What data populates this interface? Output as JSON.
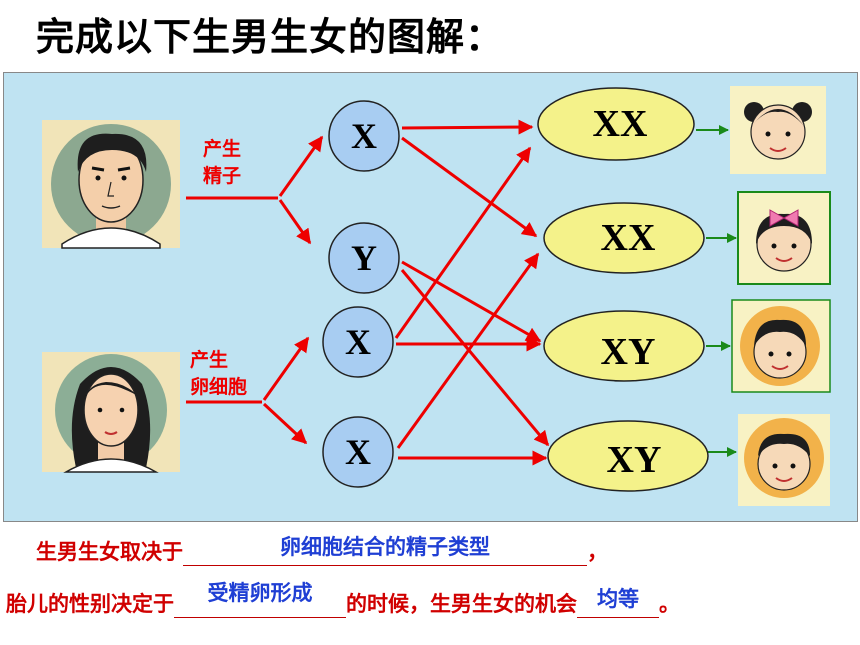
{
  "title": "完成以下生男生女的图解：",
  "labels": {
    "father_process": "产生",
    "father_product": "精子",
    "mother_process": "产生",
    "mother_product": "卵细胞"
  },
  "sperm": [
    "X",
    "Y"
  ],
  "eggs": [
    "X",
    "X"
  ],
  "zygotes": [
    "XX",
    "XX",
    "XY",
    "XY"
  ],
  "children": [
    "girl-with-pigtails",
    "girl-with-bow",
    "boy",
    "boy"
  ],
  "colors": {
    "panel_bg": "#bfe3f2",
    "arrow_red": "#ee0000",
    "arrow_green": "#1a8a1a",
    "gamete_fill": "#a8cdf2",
    "zygote_fill": "#f4f28a",
    "question_text": "#d00000",
    "answer_text": "#1f3fd4"
  },
  "questions": {
    "q1_prefix": "生男生女取决于",
    "q1_answer": "卵细胞结合的精子类型",
    "q1_suffix": "，",
    "q2_prefix": "胎儿的性别决定于",
    "q2_answer": "受精卵形成",
    "q2_middle": "的时候，生男生女的机会",
    "q2_answer2": "均等",
    "q2_suffix": "。"
  }
}
